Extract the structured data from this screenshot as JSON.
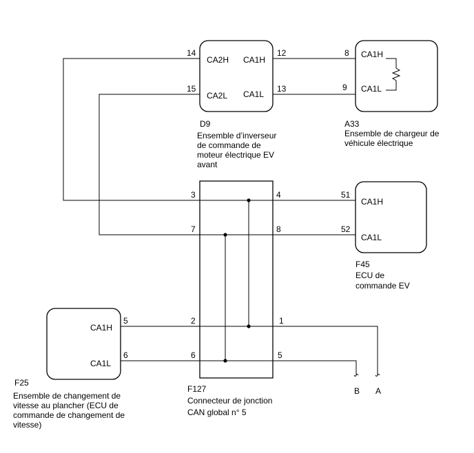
{
  "components": {
    "d9": {
      "ref": "D9",
      "desc": [
        "Ensemble d’inverseur",
        "de commande de",
        "moteur électrique EV",
        "avant"
      ],
      "signals": {
        "ca2h": "CA2H",
        "ca2l": "CA2L",
        "ca1h": "CA1H",
        "ca1l": "CA1L"
      },
      "pins": {
        "ca2h": "14",
        "ca2l": "15",
        "ca1h": "12",
        "ca1l": "13"
      }
    },
    "a33": {
      "ref": "A33",
      "desc": [
        "Ensemble de chargeur de",
        "véhicule électrique"
      ],
      "signals": {
        "ca1h": "CA1H",
        "ca1l": "CA1L"
      },
      "pins": {
        "ca1h": "8",
        "ca1l": "9"
      }
    },
    "f45": {
      "ref": "F45",
      "desc": [
        "ECU de",
        "commande EV"
      ],
      "signals": {
        "ca1h": "CA1H",
        "ca1l": "CA1L"
      },
      "pins": {
        "ca1h": "51",
        "ca1l": "52"
      }
    },
    "f25": {
      "ref": "F25",
      "desc": [
        "Ensemble de changement de",
        "vitesse au plancher (ECU de",
        "commande de changement de",
        "vitesse)"
      ],
      "signals": {
        "ca1h": "CA1H",
        "ca1l": "CA1L"
      },
      "pins": {
        "ca1h": "5",
        "ca1l": "6"
      }
    },
    "f127": {
      "ref": "F127",
      "desc": [
        "Connecteur de jonction",
        "CAN global n° 5"
      ],
      "pins": {
        "l3": "3",
        "l7": "7",
        "l2": "2",
        "l6": "6",
        "r4": "4",
        "r8": "8",
        "r1": "1",
        "r5": "5"
      }
    }
  },
  "terminals": {
    "a": "A",
    "b": "B"
  }
}
